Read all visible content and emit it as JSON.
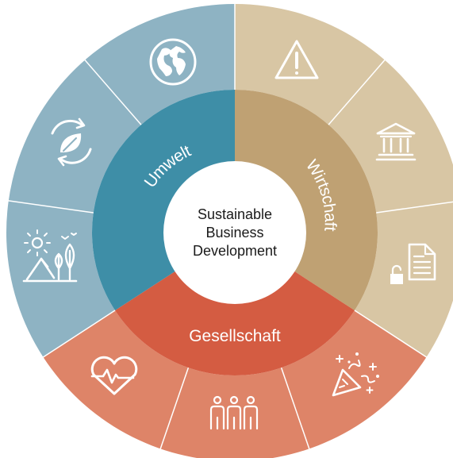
{
  "center": {
    "line1": "Sustainable",
    "line2": "Business",
    "line3": "Development"
  },
  "pillars": {
    "umwelt": {
      "label": "Umwelt",
      "inner_color": "#3E8EA7",
      "outer_color": "#8EB3C3"
    },
    "wirtschaft": {
      "label": "Wirtschaft",
      "inner_color": "#BFA173",
      "outer_color": "#D8C6A4"
    },
    "gesellschaft": {
      "label": "Gesellschaft",
      "inner_color": "#D45C42",
      "outer_color": "#DE8468"
    }
  },
  "icons": {
    "umwelt": [
      "globe-icon",
      "recycle-leaf-icon",
      "landscape-icon"
    ],
    "wirtschaft": [
      "warning-icon",
      "bank-icon",
      "document-lock-icon"
    ],
    "gesellschaft": [
      "heart-pulse-icon",
      "people-group-icon",
      "party-popper-icon"
    ]
  }
}
